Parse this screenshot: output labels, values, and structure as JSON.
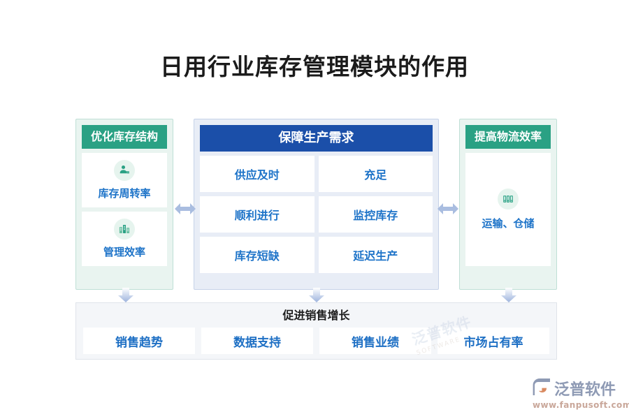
{
  "title": "日用行业库存管理模块的作用",
  "colors": {
    "teal_header": "#2aa184",
    "blue_header": "#1b4fa9",
    "card_text_blue": "#1d73c8",
    "bottom_card_text": "#1d6fc4",
    "green_panel_bg": "#e9f4f0",
    "blue_panel_bg": "#e8edf6",
    "bottom_panel_bg": "#f4f6f9",
    "arrow": "#a9bde0"
  },
  "left_panel": {
    "header": "优化库存结构",
    "cards": [
      {
        "icon": "user-stamp-icon",
        "label": "库存周转率"
      },
      {
        "icon": "buildings-icon",
        "label": "管理效率"
      }
    ]
  },
  "center_panel": {
    "header": "保障生产需求",
    "cards": [
      {
        "label": "供应及时"
      },
      {
        "label": "充足"
      },
      {
        "label": "顺利进行"
      },
      {
        "label": "监控库存"
      },
      {
        "label": "库存短缺"
      },
      {
        "label": "延迟生产"
      }
    ]
  },
  "right_panel": {
    "header": "提高物流效率",
    "cards": [
      {
        "icon": "warehouse-racks-icon",
        "label": "运输、仓储"
      }
    ]
  },
  "bottom_panel": {
    "title": "促进销售增长",
    "cards": [
      {
        "label": "销售趋势"
      },
      {
        "label": "数据支持"
      },
      {
        "label": "销售业绩"
      },
      {
        "label": "市场占有率"
      }
    ]
  },
  "watermark": {
    "text": "泛普软件",
    "sub": "SOFTWARE"
  },
  "logo": {
    "name": "泛普软件",
    "url": "www.fanpusoft.com"
  }
}
